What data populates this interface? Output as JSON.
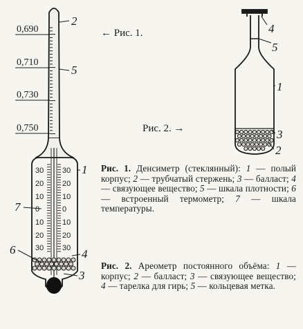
{
  "fig1": {
    "label": "← Рис. 1.",
    "density_labels": [
      "0,690",
      "0,710",
      "0,730",
      "0,750"
    ],
    "thermo_left": [
      "30",
      "20",
      "10",
      "0",
      "10",
      "20",
      "30"
    ],
    "thermo_right": [
      "30",
      "20",
      "10",
      "0",
      "10",
      "20",
      "30"
    ],
    "callouts": [
      "1",
      "2",
      "3",
      "4",
      "5",
      "6",
      "7"
    ]
  },
  "fig2": {
    "label": "Рис. 2. →",
    "callouts": [
      "1",
      "2",
      "3",
      "4",
      "5"
    ]
  },
  "caption1": {
    "lead": "Рис. 1.",
    "parts": [
      {
        "t": "text",
        "v": " Денсиметр (стеклянный): "
      },
      {
        "t": "num",
        "v": "1"
      },
      {
        "t": "text",
        "v": " — полый корпус; "
      },
      {
        "t": "num",
        "v": "2"
      },
      {
        "t": "text",
        "v": " — трубчатый стержень; "
      },
      {
        "t": "num",
        "v": "3"
      },
      {
        "t": "text",
        "v": " — балласт; "
      },
      {
        "t": "num",
        "v": "4"
      },
      {
        "t": "text",
        "v": " — связующее вещество; "
      },
      {
        "t": "num",
        "v": "5"
      },
      {
        "t": "text",
        "v": " — шкала плотности; "
      },
      {
        "t": "num",
        "v": "6"
      },
      {
        "t": "text",
        "v": " — встроенный термометр; "
      },
      {
        "t": "num",
        "v": "7"
      },
      {
        "t": "text",
        "v": " — шкала температуры."
      }
    ]
  },
  "caption2": {
    "lead": "Рис. 2.",
    "parts": [
      {
        "t": "text",
        "v": " Ареометр постоянного объёма: "
      },
      {
        "t": "num",
        "v": "1"
      },
      {
        "t": "text",
        "v": " — корпус; "
      },
      {
        "t": "num",
        "v": "2"
      },
      {
        "t": "text",
        "v": " — балласт; "
      },
      {
        "t": "num",
        "v": "3"
      },
      {
        "t": "text",
        "v": " — связующее вещество; "
      },
      {
        "t": "num",
        "v": "4"
      },
      {
        "t": "text",
        "v": " — тарелка для гирь; "
      },
      {
        "t": "num",
        "v": "5"
      },
      {
        "t": "text",
        "v": " — кольцевая метка."
      }
    ]
  }
}
